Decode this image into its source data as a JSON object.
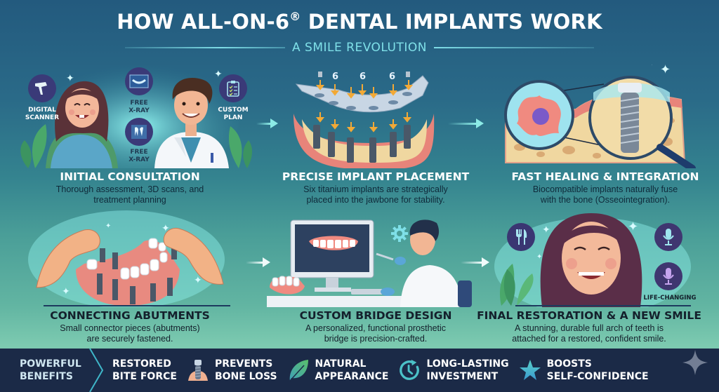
{
  "header": {
    "title": "HOW ALL-ON-6",
    "title_mark": "®",
    "title_rest": " DENTAL IMPLANTS WORK",
    "subtitle": "A SMILE REVOLUTION"
  },
  "steps": [
    {
      "title": "INITIAL CONSULTATION",
      "description_line1": "Thorough assessment, 3D scans, and",
      "description_line2": "treatment planning",
      "badges": [
        {
          "icon": "digital-scanner-icon",
          "label_line1": "DIGITAL",
          "label_line2": "SCANNER"
        },
        {
          "icon": "xray-panoramic-icon",
          "label_line1": "FREE",
          "label_line2": "X-RAY"
        },
        {
          "icon": "xray-teeth-icon",
          "label_line1": "FREE",
          "label_line2": "X-RAY"
        },
        {
          "icon": "clipboard-checklist-icon",
          "label_line1": "CUSTOM",
          "label_line2": "PLAN"
        }
      ]
    },
    {
      "title": "PRECISE IMPLANT PLACEMENT",
      "description_line1": "Six titanium implants are strategically",
      "description_line2": "placed into the jawbone for stability.",
      "markers": [
        "6",
        "6",
        "6"
      ]
    },
    {
      "title": "FAST HEALING & INTEGRATION",
      "description_line1": "Biocompatible implants naturally fuse",
      "description_line2": "with the bone (Osseointegration)."
    },
    {
      "title": "CONNECTING ABUTMENTS",
      "description_line1": "Small connector pieces (abutments)",
      "description_line2": "are securely fastened."
    },
    {
      "title": "CUSTOM BRIDGE DESIGN",
      "description_line1": "A personalized, functional prosthetic",
      "description_line2": "bridge is precision-crafted."
    },
    {
      "title": "FINAL RESTORATION & A NEW SMILE",
      "description_line1": "A stunning, durable full arch of teeth is",
      "description_line2": "attached for a restored, confident smile.",
      "badges": [
        {
          "icon": "fork-knife-icon"
        },
        {
          "icon": "microphone-icon"
        },
        {
          "icon": "microphone-icon"
        }
      ],
      "badge_label": "LIFE-CHANGING"
    }
  ],
  "footer": {
    "lead_line1": "POWERFUL",
    "lead_line2": "BENEFITS",
    "benefits": [
      {
        "icon": "none",
        "line1": "RESTORED",
        "line2": "BITE FORCE"
      },
      {
        "icon": "implant-in-gum-icon",
        "line1": "PREVENTS",
        "line2": "BONE LOSS"
      },
      {
        "icon": "leaf-icon",
        "line1": "NATURAL",
        "line2": "APPEARANCE"
      },
      {
        "icon": "clock-refresh-icon",
        "line1": "LONG-LASTING",
        "line2": "INVESTMENT"
      },
      {
        "icon": "star-icon",
        "line1": "BOOSTS",
        "line2": "SELF-CONFIDENCE"
      }
    ]
  },
  "colors": {
    "header_bg": "#235a7e",
    "accent_cyan": "#7fe0e8",
    "footer_bg": "#1b2a47",
    "badge_bg": "#3a3a78",
    "gum_pink": "#e8847a",
    "bone": "#f0d7a0"
  }
}
